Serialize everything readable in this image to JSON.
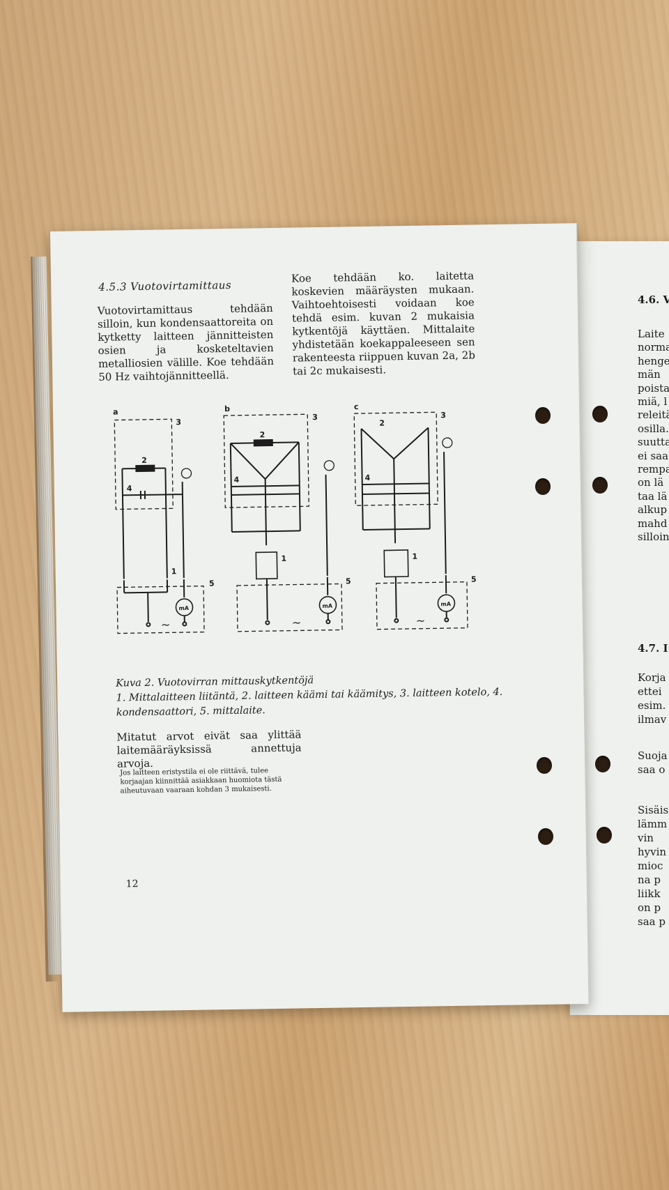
{
  "left_page": {
    "section_heading": "4.5.3 Vuotovirtamittaus",
    "para1": "Vuotovirtamittaus tehdään silloin, kun kondensaattoreita on kytketty laitteen jännitteisten osien ja kosketeltavien metalliosien välille. Koe tehdään 50 Hz vaihtojännitteellä.",
    "para2": "Koe tehdään ko. laitetta koskevien määräysten mukaan. Vaihtoehtoisesti voidaan koe tehdä esim. kuvan 2 mukaisia kytkentöjä käyttäen. Mittalaite yhdistetään koekappaleeseen sen rakenteesta riippuen kuvan 2a, 2b tai 2c mukaisesti.",
    "figure": {
      "panel_labels": [
        "a",
        "b",
        "c"
      ],
      "numbers": [
        "1",
        "2",
        "3",
        "4",
        "5"
      ],
      "meter_label": "mA",
      "ac_symbol": "~"
    },
    "caption_title": "Kuva 2. Vuotovirran mittauskytkentöjä",
    "caption_body": "1. Mittalaitteen liitäntä, 2. laitteen käämi tai käämitys, 3. laitteen kotelo, 4. kondensaattori, 5. mittalaite.",
    "para3": "Mitatut arvot eivät saa ylittää laitemääräyksissä annettuja arvoja.",
    "note": "Jos laitteen eristystila ei ole riittävä, tulee korjaajan kiinnittää asiakkaan huomiota tästä aiheutuvaan vaaraan kohdan 3 mukaisesti.",
    "page_number": "12"
  },
  "right_page": {
    "heading1": "4.6. V",
    "block1": [
      "Laite",
      "norma",
      "henge",
      "män",
      "poista",
      "miä, l",
      "releitä",
      "osilla.",
      "suutta",
      "ei saa",
      "rempa",
      "on lä",
      "taa lä",
      "alkup",
      "mahd",
      "silloin"
    ],
    "heading2": "4.7. I",
    "block2": [
      "Korja",
      "ettei",
      "esim.",
      "ilmav"
    ],
    "block3": [
      "Suoja",
      "saa o"
    ],
    "block4": [
      "Sisäis",
      "lämm",
      "vin",
      "hyvin",
      "mioc",
      "na p",
      "liikk",
      "on p",
      "saa p"
    ]
  },
  "colors": {
    "paper": "#eef1ee",
    "ink": "#1d1d1d",
    "wood": "#d2ad7f"
  }
}
